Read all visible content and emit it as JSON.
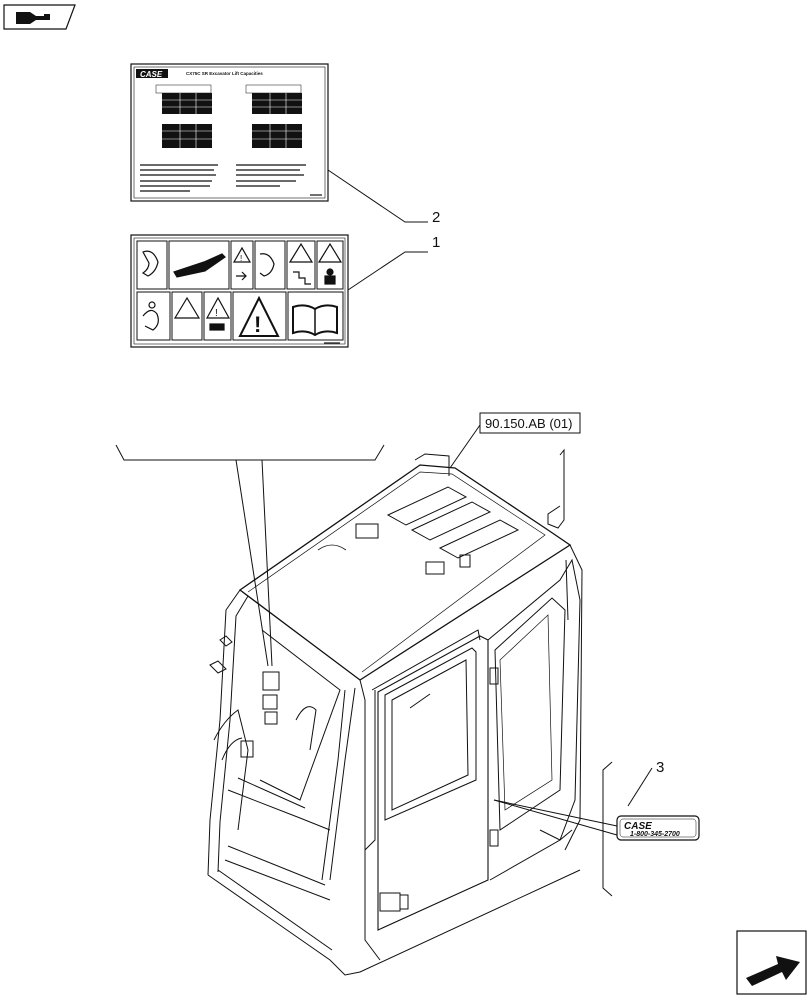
{
  "nav": {
    "prev_icon": "hand-pointer-left-icon",
    "next_icon": "arrow-next-page-icon"
  },
  "decal_capacities": {
    "brand": "CASE",
    "title": "CX75C SR Excavator Lift Capacities",
    "icon": "lift-capacity-chart-decal"
  },
  "decal_safety": {
    "icon": "safety-pictogram-decal"
  },
  "decal_phone": {
    "brand": "CASE",
    "number": "1-800-345-2700",
    "icon": "case-phone-decal"
  },
  "callouts": {
    "item_1": "1",
    "item_2": "2",
    "item_3": "3",
    "reference": "90.150.AB (01)"
  },
  "cab": {
    "icon": "operator-cab-outline"
  }
}
